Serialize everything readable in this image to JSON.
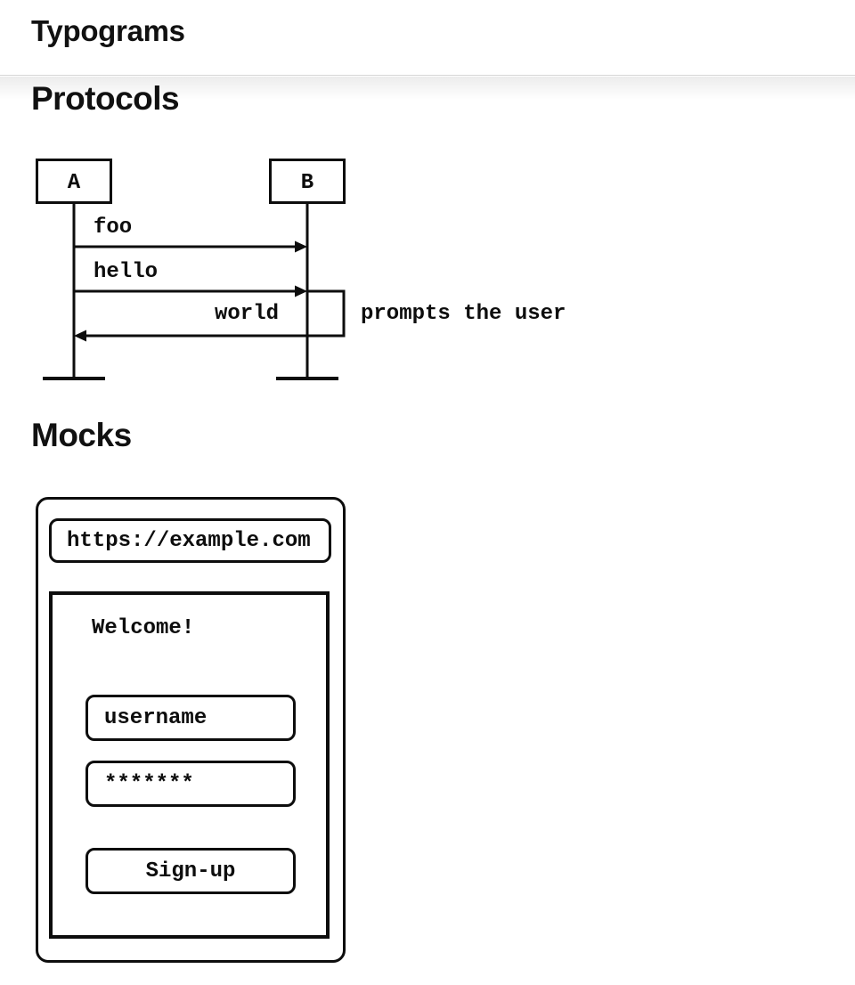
{
  "header": {
    "title": "Typograms"
  },
  "sections": {
    "protocols_heading": "Protocols",
    "mocks_heading": "Mocks"
  },
  "diagram": {
    "actor_a": "A",
    "actor_b": "B",
    "messages": [
      {
        "label": "foo",
        "from": "A",
        "to": "B"
      },
      {
        "label": "hello",
        "from": "A",
        "to": "B"
      },
      {
        "label": "world",
        "from": "B",
        "to": "A"
      }
    ],
    "annotation": "prompts the user"
  },
  "mock": {
    "url": "https://example.com",
    "welcome_text": "Welcome!",
    "username_value": "username",
    "password_value": "*******",
    "signup_label": "Sign-up"
  },
  "colors": {
    "ink": "#0d0d0d",
    "divider": "#d6d6d6"
  }
}
